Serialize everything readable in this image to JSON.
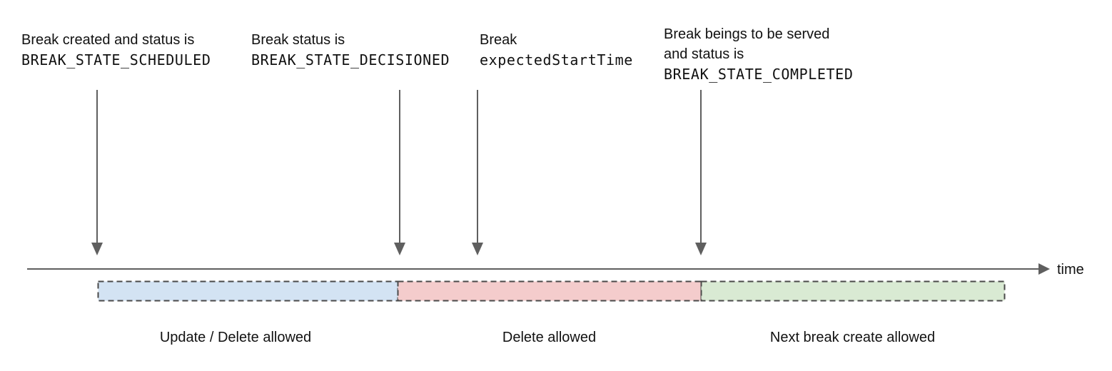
{
  "annotations": [
    {
      "lines": [
        "Break created and status is"
      ],
      "code": "BREAK_STATE_SCHEDULED"
    },
    {
      "lines": [
        "Break status is"
      ],
      "code": "BREAK_STATE_DECISIONED"
    },
    {
      "lines": [
        "Break"
      ],
      "code": "expectedStartTime"
    },
    {
      "lines": [
        "Break beings to be served",
        "and status is"
      ],
      "code": "BREAK_STATE_COMPLETED"
    }
  ],
  "timeline": {
    "axis_label": "time"
  },
  "segments": [
    {
      "label": "Update / Delete allowed",
      "fill": "#d3e3f3"
    },
    {
      "label": "Delete allowed",
      "fill": "#f4cccc"
    },
    {
      "label": "Next break create allowed",
      "fill": "#d9ead3"
    }
  ],
  "colors": {
    "arrow_and_axis": "#5f5f5f",
    "dashed_border": "#4a4a4a",
    "text": "#111111"
  }
}
